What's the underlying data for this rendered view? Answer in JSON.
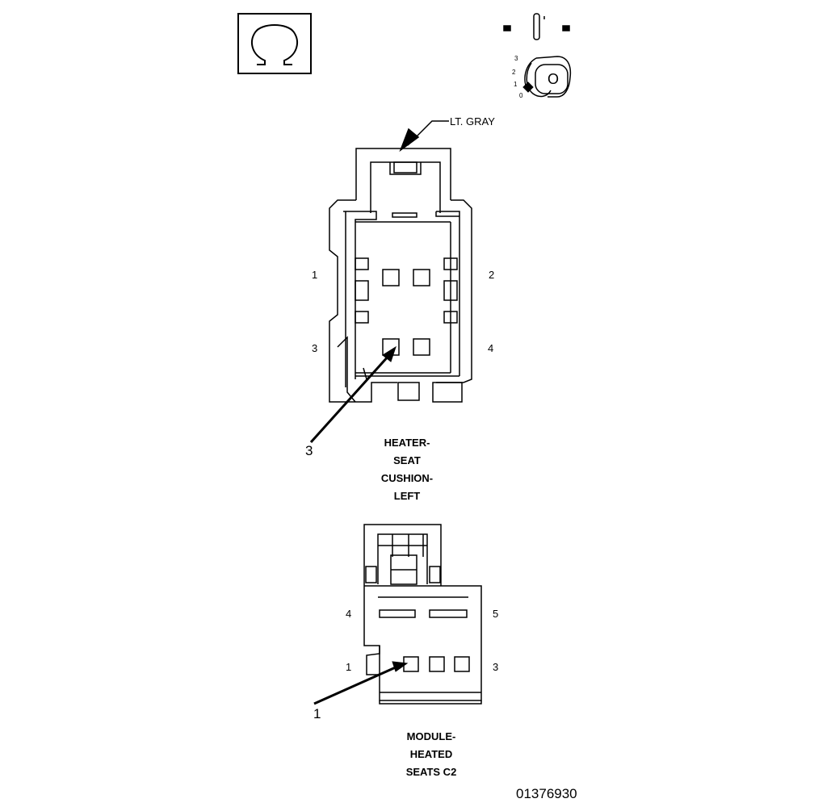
{
  "wire_color": "LT. GRAY",
  "connector_top": {
    "title_lines": [
      "HEATER-",
      "SEAT",
      "CUSHION-",
      "LEFT"
    ],
    "pins": {
      "p1": "1",
      "p2": "2",
      "p3": "3",
      "p4": "4"
    },
    "callout": "3"
  },
  "connector_bottom": {
    "title_lines": [
      "MODULE-",
      "HEATED",
      "SEATS C2"
    ],
    "pins": {
      "p4": "4",
      "p5": "5",
      "p1": "1",
      "p3": "3"
    },
    "callout": "1"
  },
  "ignition": {
    "positions": [
      "3",
      "2",
      "1",
      "0"
    ],
    "key_label": "O"
  },
  "part_number": "01376930",
  "icons": {
    "ohm": "ohmmeter-icon",
    "ignition": "ignition-switch-icon"
  }
}
